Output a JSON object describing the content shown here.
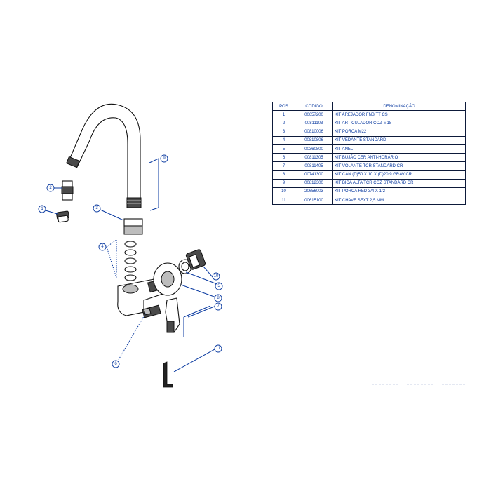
{
  "table": {
    "headers": {
      "pos": "POS",
      "code": "CODIGO",
      "desc": "DENOMINAÇÃO"
    },
    "rows": [
      {
        "pos": "1",
        "code": "00657200",
        "desc": "KIT AREJADOR FNB TT CS"
      },
      {
        "pos": "2",
        "code": "00811103",
        "desc": "KIT ARTICULADOR COZ M18"
      },
      {
        "pos": "3",
        "code": "00810006",
        "desc": "KIT PORCA M22"
      },
      {
        "pos": "4",
        "code": "00810806",
        "desc": "KIT VEDANTE STANDARD"
      },
      {
        "pos": "5",
        "code": "00360800",
        "desc": "KIT ANEL"
      },
      {
        "pos": "6",
        "code": "00811305",
        "desc": "KIT BUJÃO CER ANTI-HORÁRIO"
      },
      {
        "pos": "7",
        "code": "00811405",
        "desc": "KIT VOLANTE TCR STANDARD CR"
      },
      {
        "pos": "8",
        "code": "00741300",
        "desc": "KIT CAN (D)50 X 10 X (D)20.9 GRAV CR"
      },
      {
        "pos": "9",
        "code": "00812300",
        "desc": "KIT BICA ALTA TCR COZ STANDARD CR"
      },
      {
        "pos": "10",
        "code": "20656003",
        "desc": "KIT PORCA RED 3/4 X 1/2"
      },
      {
        "pos": "11",
        "code": "00615100",
        "desc": "KIT CHAVE SEXT 2,5 MM"
      }
    ]
  },
  "callouts": {
    "c1": "1",
    "c2": "2",
    "c3": "3",
    "c4": "4",
    "c5": "5",
    "c6": "6",
    "c7": "7",
    "c8": "8",
    "c9": "9",
    "c10": "10",
    "c11": "11"
  },
  "colors": {
    "line": "#0a3aa0",
    "ink": "#111111",
    "text": "#0a3aa0"
  }
}
